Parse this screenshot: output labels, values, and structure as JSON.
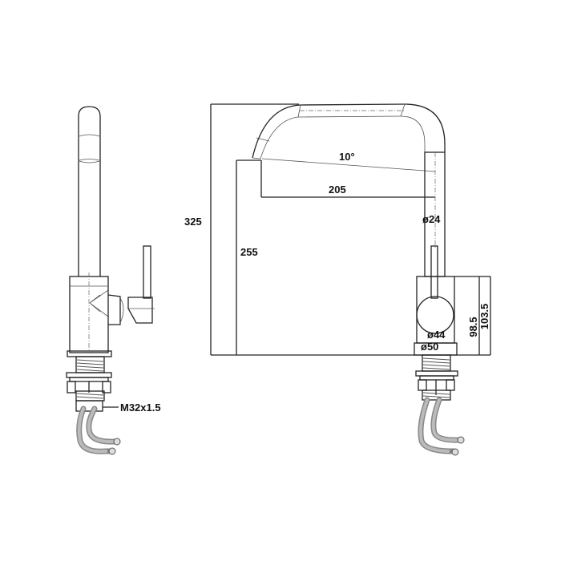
{
  "side_view": {
    "thread_label": "M32x1.5"
  },
  "front_view": {
    "overall_height": "325",
    "spout_height": "255",
    "spout_reach": "205",
    "spout_angle": "10°",
    "spout_diameter": "ø24",
    "body_diameter": "ø44",
    "base_diameter": "ø50",
    "body_height_inner": "98.5",
    "body_height_outer": "103.5"
  }
}
